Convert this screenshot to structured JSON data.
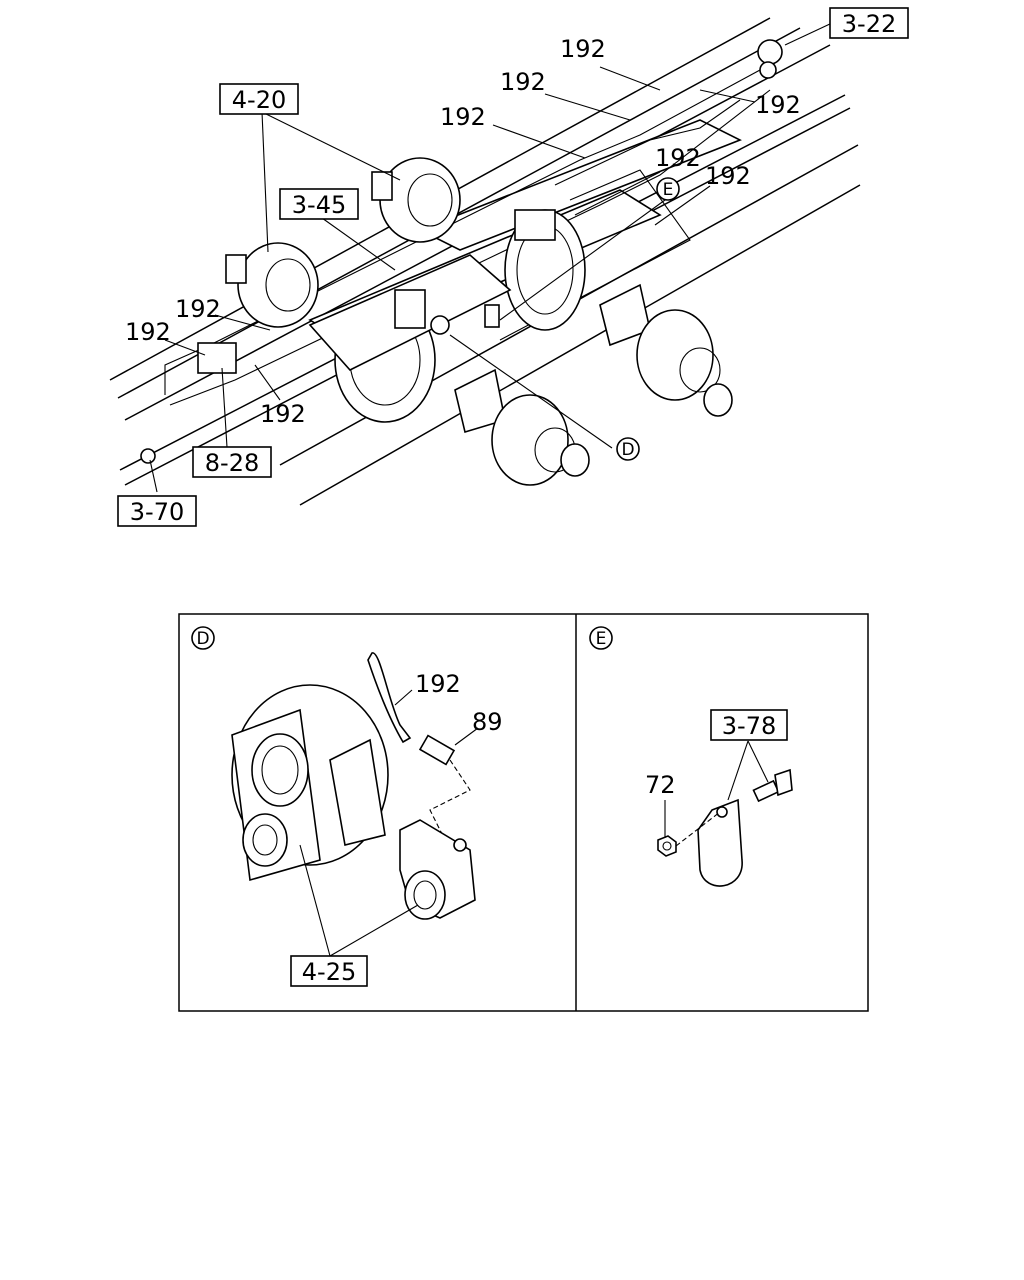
{
  "main": {
    "refs": {
      "r322": "3-22",
      "r420": "4-20",
      "r345": "3-45",
      "r828": "8-28",
      "r370": "3-70"
    },
    "pipe_labels": [
      "192",
      "192",
      "192",
      "192",
      "192",
      "192",
      "192",
      "192",
      "192"
    ],
    "callout_d": "D",
    "callout_e": "E"
  },
  "detail_d": {
    "title": "D",
    "part_192": "192",
    "part_89": "89",
    "ref_425": "4-25"
  },
  "detail_e": {
    "title": "E",
    "ref_378": "3-78",
    "part_72": "72"
  }
}
